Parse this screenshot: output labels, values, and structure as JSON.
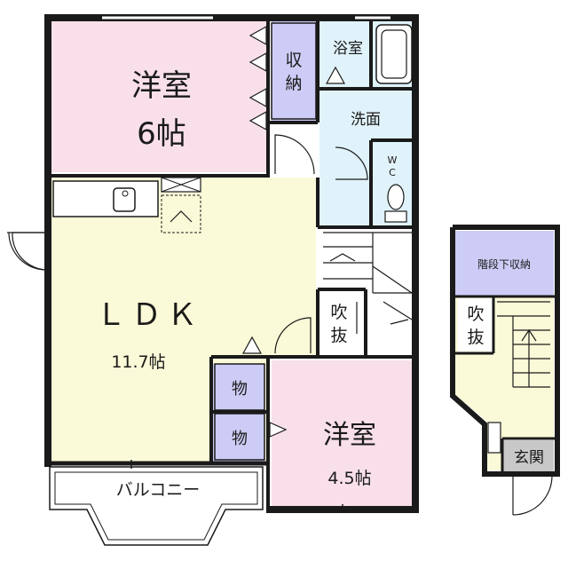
{
  "rooms": {
    "western_6": {
      "name": "洋室",
      "size": "6帖"
    },
    "storage_1": {
      "name": "収納"
    },
    "bath": {
      "name": "浴室"
    },
    "washroom": {
      "name": "洗面"
    },
    "wc": {
      "name": "WC"
    },
    "ldk": {
      "name": "ＬＤＫ",
      "size": "11.7帖"
    },
    "fukinuke_1": {
      "name": "吹抜"
    },
    "mono_1": {
      "name": "物"
    },
    "mono_2": {
      "name": "物"
    },
    "western_45": {
      "name": "洋室",
      "size": "4.5帖"
    },
    "balcony": {
      "name": "バルコニー"
    },
    "under_stair_storage": {
      "name": "階段下収納"
    },
    "fukinuke_2": {
      "name": "吹抜"
    },
    "entrance": {
      "name": "玄関"
    }
  },
  "colors": {
    "western": "#f8dfea",
    "storage": "#ccccf6",
    "water": "#e0f2fa",
    "ldk": "#fafad8",
    "entrance": "#c8c8c8",
    "wall": "#1a1a1a"
  }
}
